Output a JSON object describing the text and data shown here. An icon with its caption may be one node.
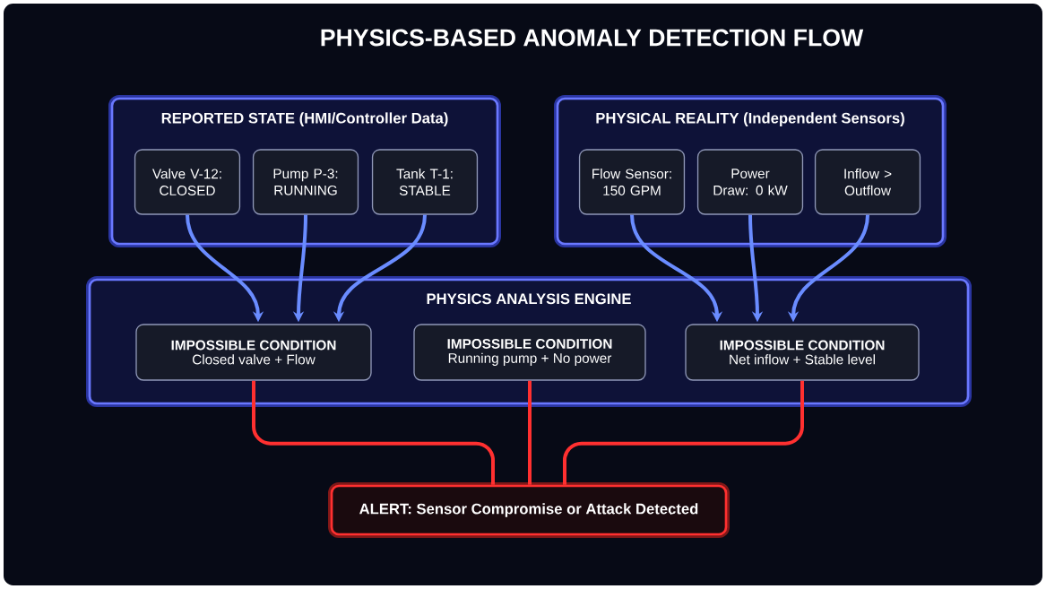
{
  "diagram": {
    "title": "PHYSICS-BASED ANOMALY DETECTION FLOW",
    "nodes": [
      {
        "text": [
          "REPORTED STATE (HMI/Controller Data)"
        ]
      },
      {
        "text": [
          "Valve V-12: CLOSED"
        ],
        "in": 0
      },
      {
        "text": [
          "Pump P-3: RUNNING"
        ],
        "in": 0
      },
      {
        "text": [
          "Tank T-1: STABLE"
        ],
        "in": 0
      },
      {
        "text": [
          "PHYSICAL REALITY (Independent Sensors)"
        ]
      },
      {
        "text": [
          "Flow Sensor: 150 GPM"
        ],
        "in": 4
      },
      {
        "text": [
          "Power Draw: 0 kW"
        ],
        "in": 4
      },
      {
        "text": [
          "Inflow > Outflow"
        ],
        "in": 4
      },
      {
        "text": [
          "PHYSICS ANALYSIS ENGINE"
        ]
      },
      {
        "text": [
          "IMPOSSIBLE CONDITION",
          "Closed valve + Flow"
        ],
        "in": 8
      },
      {
        "text": [
          "IMPOSSIBLE CONDITION",
          "Running pump + No power"
        ],
        "in": 8
      },
      {
        "text": [
          "IMPOSSIBLE CONDITION",
          "Net inflow + Stable level"
        ],
        "in": 8
      },
      {
        "text": [
          "ALERT: Sensor Compromise or Attack Detected"
        ]
      }
    ],
    "edges": [
      {
        "from": 1,
        "to": 9,
        "arrow": "to"
      },
      {
        "from": 2,
        "to": 9,
        "arrow": "to"
      },
      {
        "from": 3,
        "to": 9,
        "arrow": "to"
      },
      {
        "from": 5,
        "to": 11,
        "arrow": "to"
      },
      {
        "from": 6,
        "to": 11,
        "arrow": "to"
      },
      {
        "from": 7,
        "to": 11,
        "arrow": "to"
      },
      {
        "from": 9,
        "to": 12,
        "arrow": "none",
        "color": "#ff3030"
      },
      {
        "from": 10,
        "to": 12,
        "arrow": "none",
        "color": "#ff3030"
      },
      {
        "from": 11,
        "to": 12,
        "arrow": "none",
        "color": "#ff3030"
      }
    ]
  }
}
